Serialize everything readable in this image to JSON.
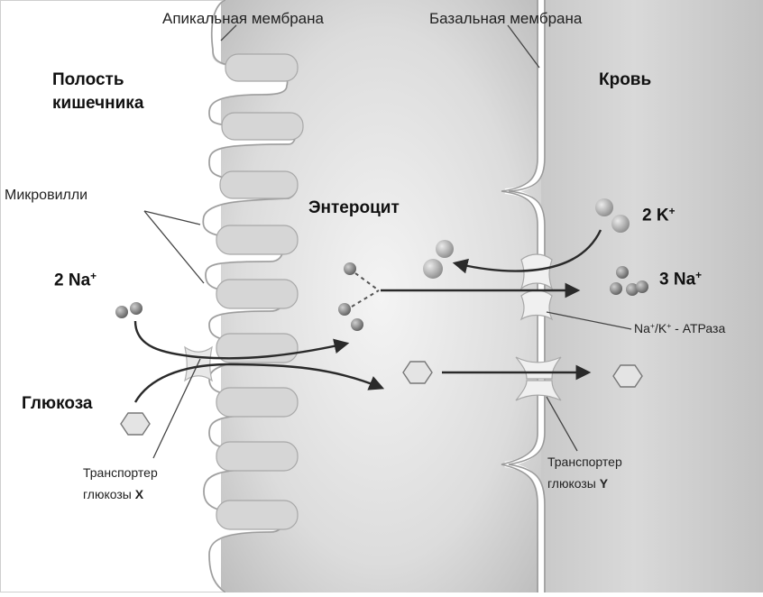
{
  "labels": {
    "apical_membrane": "Апикальная мембрана",
    "basal_membrane": "Базальная мембрана",
    "intestinal_lumen_line1": "Полость",
    "intestinal_lumen_line2": "кишечника",
    "blood": "Кровь",
    "microvilli": "Микровилли",
    "enterocyte": "Энтероцит",
    "glucose": "Глюкоза",
    "na_in_count": "2 Na",
    "na_in_charge": "+",
    "k_count": "2 K",
    "k_charge": "+",
    "na_out_count": "3 Na",
    "na_out_charge": "+",
    "atpase_na": "Na",
    "atpase_na_charge": "+",
    "atpase_k": "/K",
    "atpase_k_charge": "+",
    "atpase_rest": " - АТРаза",
    "transporter_x_line1": "Транспортер",
    "transporter_x_line2": "глюкозы ",
    "transporter_x_letter": "X",
    "transporter_y_line1": "Транспортер",
    "transporter_y_line2": "глюкозы ",
    "transporter_y_letter": "Y"
  },
  "colors": {
    "lumen_bg": "#ffffff",
    "blood_bg": "#bdbdbd",
    "membrane_fill": "#c4c4c4",
    "membrane_stroke": "#ffffff",
    "ion_fill": "#8a8a8a",
    "arrow": "#2a2a2a"
  }
}
